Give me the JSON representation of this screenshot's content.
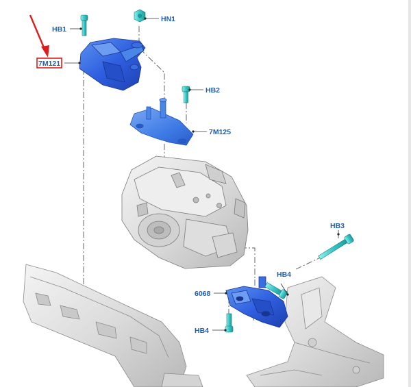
{
  "colors": {
    "label": "#1f5fb4",
    "highlight_box": "#e01b1b",
    "arrow": "#e01b1b",
    "part_blue": "#2f5fe0",
    "part_blue_dark": "#1d3fb0",
    "part_blue_light": "#4a86e8",
    "fastener": "#3ac9c9",
    "casting": "#d9d9d9",
    "leader": "#333333"
  },
  "callouts": {
    "hb1": "HB1",
    "hn1": "HN1",
    "mount_7m121": "7M121",
    "hb2": "HB2",
    "bracket_7m125": "7M125",
    "hb3": "HB3",
    "hb4_upper": "HB4",
    "mount_6068": "6068",
    "hb4_lower": "HB4"
  },
  "icons": {
    "pointer_arrow": "red-arrow-icon",
    "bolt": "bolt-icon",
    "nut": "nut-icon"
  }
}
